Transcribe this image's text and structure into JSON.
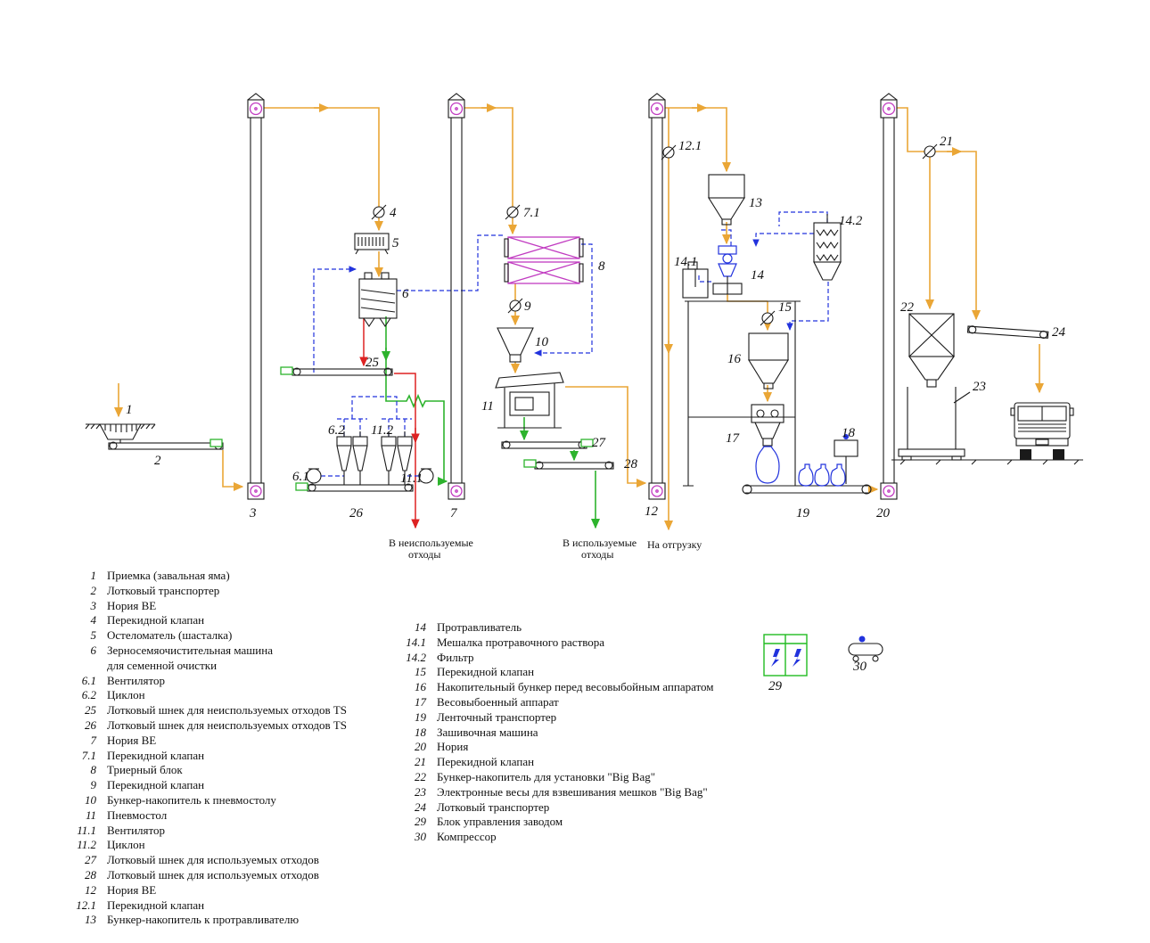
{
  "diagram": {
    "labels": {
      "n1": "1",
      "n2": "2",
      "n3": "3",
      "n4": "4",
      "n5": "5",
      "n6": "6",
      "n6_1": "6.1",
      "n6_2": "6.2",
      "n7": "7",
      "n7_1": "7.1",
      "n8": "8",
      "n9": "9",
      "n10": "10",
      "n11": "11",
      "n11_1": "11.1",
      "n11_2": "11.2",
      "n12": "12",
      "n12_1": "12.1",
      "n13": "13",
      "n14": "14",
      "n14_1": "14.1",
      "n14_2": "14.2",
      "n15": "15",
      "n16": "16",
      "n17": "17",
      "n18": "18",
      "n19": "19",
      "n20": "20",
      "n21": "21",
      "n22": "22",
      "n23": "23",
      "n24": "24",
      "n25": "25",
      "n26": "26",
      "n27": "27",
      "n28": "28",
      "n29": "29",
      "n30": "30"
    },
    "annotations": {
      "unused_line1": "В неиспользуемые",
      "unused_line2": "отходы",
      "used_line1": "В используемые",
      "used_line2": "отходы",
      "shipping": "На отгрузку"
    },
    "colors": {
      "grain_flow": "#eaa636",
      "aspiration": "#2233dd",
      "clean_product": "#2db32d",
      "waste": "#dd2222",
      "machine_accent": "#c13bc1",
      "control": "#22bb22",
      "outline": "#1a1a1a"
    }
  },
  "legend": {
    "col1": [
      {
        "num": "1",
        "text": "Приемка (завальная яма)"
      },
      {
        "num": "2",
        "text": "Лотковый транспортер"
      },
      {
        "num": "3",
        "text": "Нория ВЕ"
      },
      {
        "num": "4",
        "text": "Перекидной клапан"
      },
      {
        "num": "5",
        "text": "Остеломатель (шасталка)"
      },
      {
        "num": "6",
        "text": "Зерносемяочистительная машина\nдля семенной очистки"
      },
      {
        "num": "6.1",
        "text": "Вентилятор"
      },
      {
        "num": "6.2",
        "text": "Циклон"
      },
      {
        "num": "25",
        "text": "Лотковый шнек для неиспользуемых отходов TS"
      },
      {
        "num": "26",
        "text": "Лотковый шнек для неиспользуемых отходов TS"
      },
      {
        "num": "7",
        "text": "Нория ВЕ"
      },
      {
        "num": "7.1",
        "text": "Перекидной клапан"
      },
      {
        "num": "8",
        "text": "Триерный блок"
      },
      {
        "num": "9",
        "text": "Перекидной клапан"
      },
      {
        "num": "10",
        "text": "Бункер-накопитель к пневмостолу"
      },
      {
        "num": "11",
        "text": "Пневмостол"
      },
      {
        "num": "11.1",
        "text": "Вентилятор"
      },
      {
        "num": "11.2",
        "text": "Циклон"
      },
      {
        "num": "27",
        "text": "Лотковый шнек для используемых отходов"
      },
      {
        "num": "28",
        "text": "Лотковый шнек для используемых отходов"
      },
      {
        "num": "12",
        "text": "Нория ВЕ"
      },
      {
        "num": "12.1",
        "text": "Перекидной клапан"
      },
      {
        "num": "13",
        "text": "Бункер-накопитель к протравливателю"
      }
    ],
    "col2": [
      {
        "num": "14",
        "text": "Протравливатель"
      },
      {
        "num": "14.1",
        "text": "Мешалка протравочного раствора"
      },
      {
        "num": "14.2",
        "text": "Фильтр"
      },
      {
        "num": "15",
        "text": "Перекидной клапан"
      },
      {
        "num": "16",
        "text": "Накопительный бункер перед весовыбойным аппаратом"
      },
      {
        "num": "17",
        "text": "Весовыбоенный аппарат"
      },
      {
        "num": "19",
        "text": "Ленточный транспортер"
      },
      {
        "num": "18",
        "text": "Зашивочная машина"
      },
      {
        "num": "20",
        "text": "Нория"
      },
      {
        "num": "21",
        "text": "Перекидной клапан"
      },
      {
        "num": "22",
        "text": "Бункер-накопитель для установки \"Big Bag\""
      },
      {
        "num": "23",
        "text": "Электронные весы для взвешивания мешков \"Big Bag\""
      },
      {
        "num": "24",
        "text": "Лотковый транспортер"
      },
      {
        "num": "29",
        "text": "Блок управления заводом"
      },
      {
        "num": "30",
        "text": "Компрессор"
      }
    ]
  }
}
